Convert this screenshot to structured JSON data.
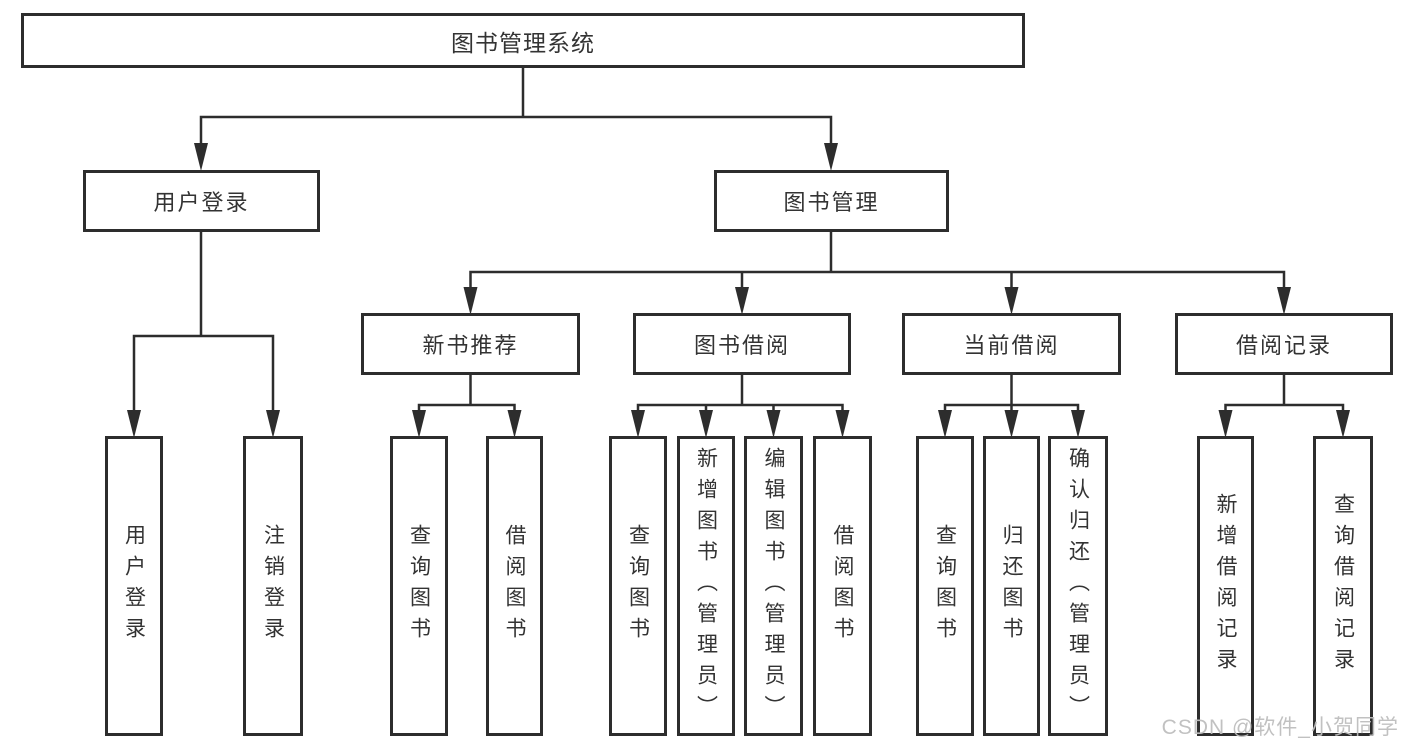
{
  "diagram": {
    "title": "图书管理系统",
    "root": {
      "label": "图书管理系统"
    },
    "branches": [
      {
        "label": "用户登录",
        "children": [
          {
            "label": "用户登录"
          },
          {
            "label": "注销登录"
          }
        ]
      },
      {
        "label": "图书管理",
        "groups": [
          {
            "label": "新书推荐",
            "children": [
              {
                "label": "查询图书"
              },
              {
                "label": "借阅图书"
              }
            ]
          },
          {
            "label": "图书借阅",
            "children": [
              {
                "label": "查询图书"
              },
              {
                "label": "新增图书（管理员）"
              },
              {
                "label": "编辑图书（管理员）"
              },
              {
                "label": "借阅图书"
              }
            ]
          },
          {
            "label": "当前借阅",
            "children": [
              {
                "label": "查询图书"
              },
              {
                "label": "归还图书"
              },
              {
                "label": "确认归还（管理员）"
              }
            ]
          },
          {
            "label": "借阅记录",
            "children": [
              {
                "label": "新增借阅记录"
              },
              {
                "label": "查询借阅记录"
              }
            ]
          }
        ]
      }
    ],
    "ink_color": "#2d2d2d"
  },
  "watermark": {
    "text": "CSDN @软件_小贺同学"
  }
}
